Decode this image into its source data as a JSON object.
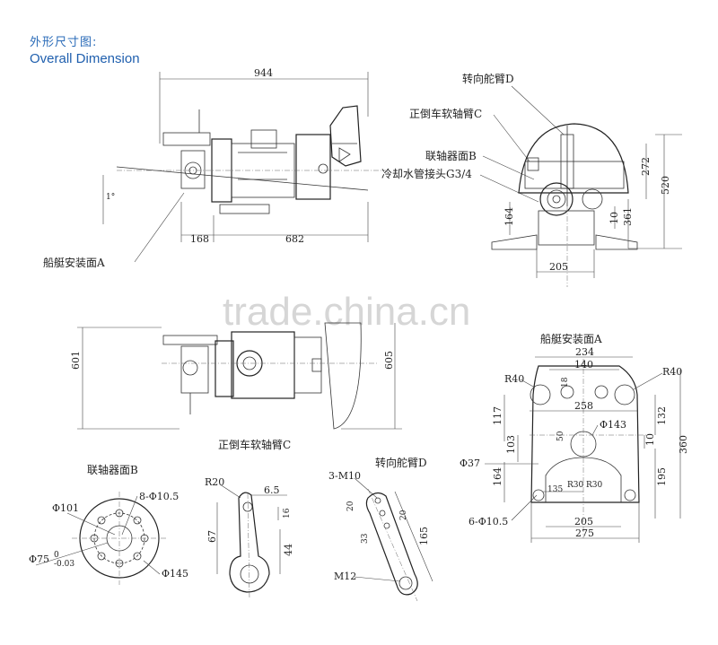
{
  "header": {
    "title_cn": "外形尺寸图:",
    "title_en": "Overall Dimension"
  },
  "watermark": "trade.china.cn",
  "side_view": {
    "total": "944",
    "left": "168",
    "right": "682",
    "angle": "1°",
    "mount_label": "船艇安装面A"
  },
  "rear_view": {
    "labels": [
      "转向舵臂D",
      "正倒车软轴臂C",
      "联轴器面B",
      "冷却水管接头G3/4"
    ],
    "dims": {
      "d272": "272",
      "d520": "520",
      "d361": "361",
      "d164": "164",
      "d10": "10",
      "d205": "205"
    }
  },
  "top_view": {
    "d601": "601",
    "d605": "605",
    "label": "正倒车软轴臂C"
  },
  "mount_face": {
    "title": "船艇安装面A",
    "dims": {
      "d234": "234",
      "d140": "140",
      "d18": "18",
      "d258": "258",
      "r40a": "R40",
      "r40b": "R40",
      "d143": "Φ143",
      "d117": "117",
      "d132": "132",
      "d10": "10",
      "d103": "103",
      "d50": "50",
      "d37": "Φ37",
      "d164": "164",
      "d195": "195",
      "d360": "360",
      "r30a": "R30",
      "r30b": "R30",
      "d135": "135",
      "holes": "6-Φ10.5",
      "d205": "205",
      "d275": "275"
    }
  },
  "coupling": {
    "title": "联轴器面B",
    "d101": "Φ101",
    "holes": "8-Φ10.5",
    "d75": "Φ75",
    "d75_tol": "0",
    "d75_tol2": "-0.03",
    "d145": "Φ145"
  },
  "arm_c": {
    "r20": "R20",
    "d6_5": "6.5",
    "d16": "16",
    "d67": "67",
    "d44": "44"
  },
  "arm_d": {
    "title": "转向舵臂D",
    "m10": "3-M10",
    "d20a": "20",
    "d20b": "20",
    "d33": "33",
    "d165": "165",
    "m12": "M12"
  }
}
